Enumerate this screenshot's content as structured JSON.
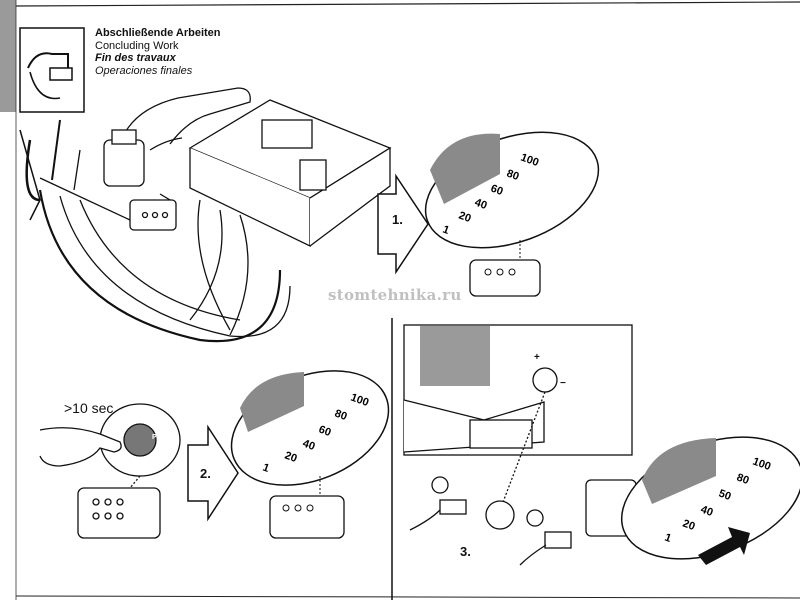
{
  "header": {
    "title_de": "Abschließende Arbeiten",
    "title_en": "Concluding Work",
    "title_fr": "Fin des travaux",
    "title_es": "Operaciones finales"
  },
  "steps": {
    "step1": "1.",
    "step2": "2.",
    "step3": "3."
  },
  "hold_time": ">10 sec",
  "watermark": "stomtehnika.ru",
  "scale_top": [
    "100",
    "80",
    "60",
    "40",
    "20",
    "1"
  ],
  "scale_left": [
    "100",
    "80",
    "60",
    "40",
    "20",
    "1"
  ],
  "scale_right": [
    "100",
    "80",
    "50",
    "40",
    "20",
    "1"
  ],
  "button_label": "PDO",
  "colors": {
    "ink": "#111111",
    "shade": "#8a8a8a",
    "paper": "#ffffff"
  }
}
